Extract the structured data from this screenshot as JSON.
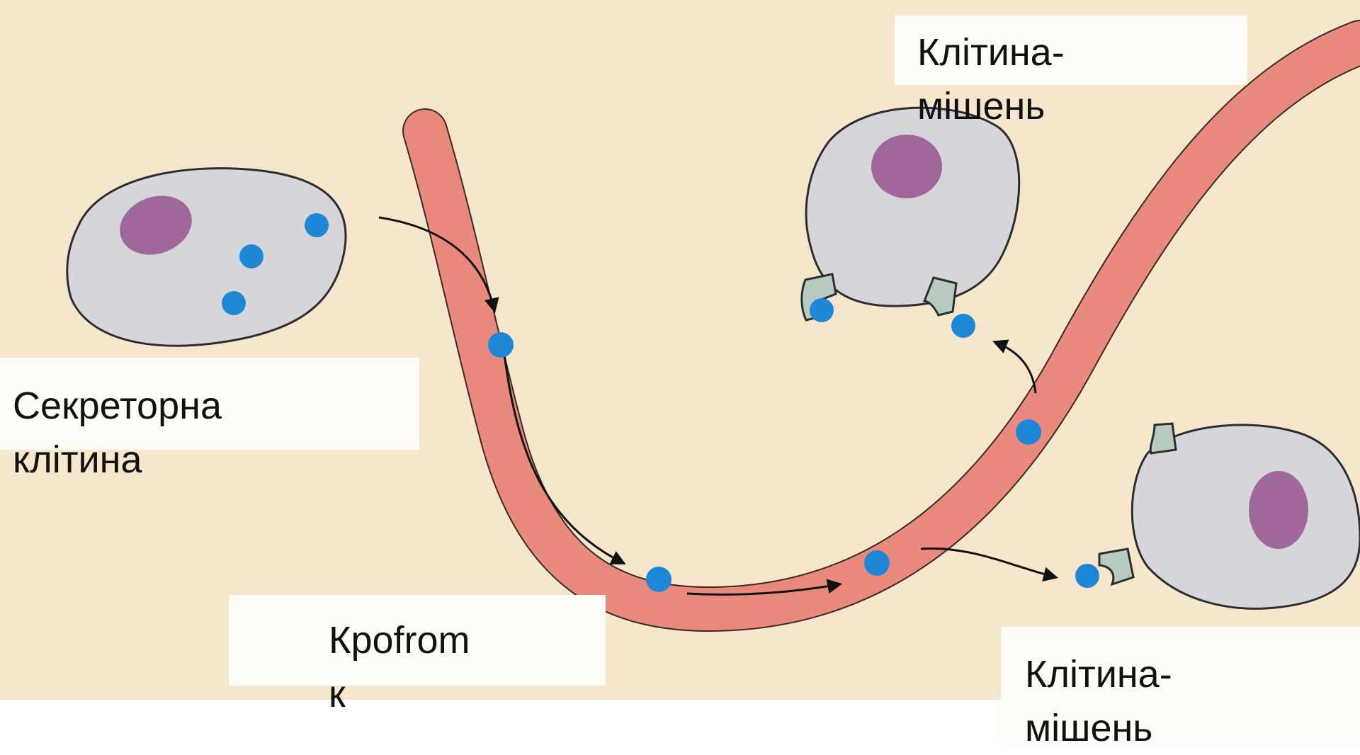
{
  "labels": {
    "secretory_cell": [
      "Секреторна",
      "клітина"
    ],
    "bloodstream": [
      "Кроfrom",
      "к"
    ],
    "target_cell_top": [
      "Клітина-",
      "мішень"
    ],
    "target_cell_bottom": [
      "Клітина-",
      "мішень"
    ]
  },
  "colors": {
    "background": "#f6e6cc",
    "vessel": "#e98a7c",
    "vessel_outline": "#3a2a28",
    "cell_body": "#d6d6da",
    "cell_outline": "#2d2d30",
    "nucleus": "#a0689a",
    "hormone": "#1e88d6",
    "receptor": "#b7cbc1",
    "arrow": "#111111"
  }
}
